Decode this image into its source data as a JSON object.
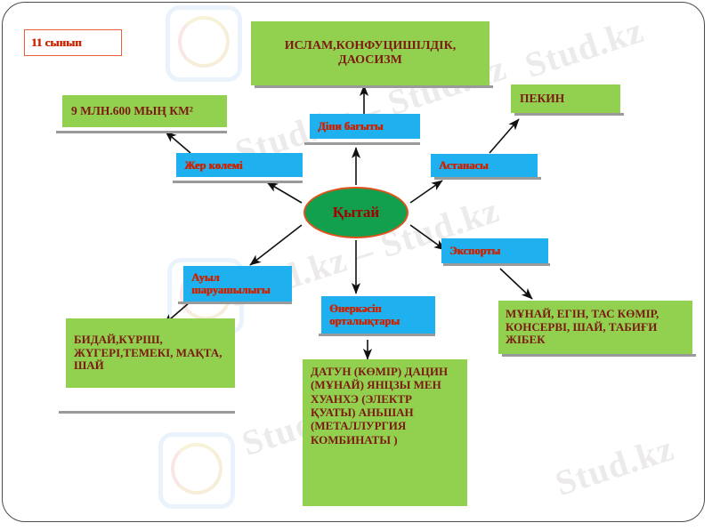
{
  "slide": {
    "grade_badge": "11  сынып",
    "center_node": "Қытай",
    "watermarks": [
      "Stud.kz – Stud.kz",
      "Stud.kz – Stud.kz",
      "Stud.kz",
      "Stud.kz",
      "Stud.kz"
    ],
    "colors": {
      "green_fill": "#92d050",
      "blue_fill": "#1eb0ef",
      "center_fill": "#12a04e",
      "center_border": "#e0521b",
      "green_text": "#7b1a10",
      "blue_text": "#cc2200",
      "badge_border": "#e8603a",
      "shadow_bar": "#9a9a9a",
      "frame_border": "#4a4a4a",
      "page_background": "#ffffff"
    }
  },
  "nodes": {
    "religion_label": "Діни бағыты",
    "religion_value": "ИСЛАМ,КОНФУЦИШІЛДІК, ДАОСИЗМ",
    "area_label": "Жер көлемі",
    "area_value": "9 МЛН.600 МЫҢ КМ²",
    "capital_label": "Астанасы",
    "capital_value": "ПЕКИН",
    "export_label": "Экспорты",
    "export_value": "МҰНАЙ, ЕГІН, ТАС КӨМІР, КОНСЕРВІ, ШАЙ, ТАБИҒИ ЖІБЕК",
    "agriculture_label": "Ауыл шаруашылығы",
    "agriculture_value": "БИДАЙ,КҮРІШ, ЖҮГЕРІ,ТЕМЕКІ, МАҚТА, ШАЙ",
    "industry_label": "Өнеркәсіп орталықтары",
    "industry_value": "ДАТУН (КӨМІР) ДАЦИН (МҰНАЙ) ЯНЦЗЫ МЕН ХУАНХЭ (ЭЛЕКТР ҚУАТЫ) АНЬШАН (МЕТАЛЛУРГИЯ КОМБИНАТЫ )"
  }
}
